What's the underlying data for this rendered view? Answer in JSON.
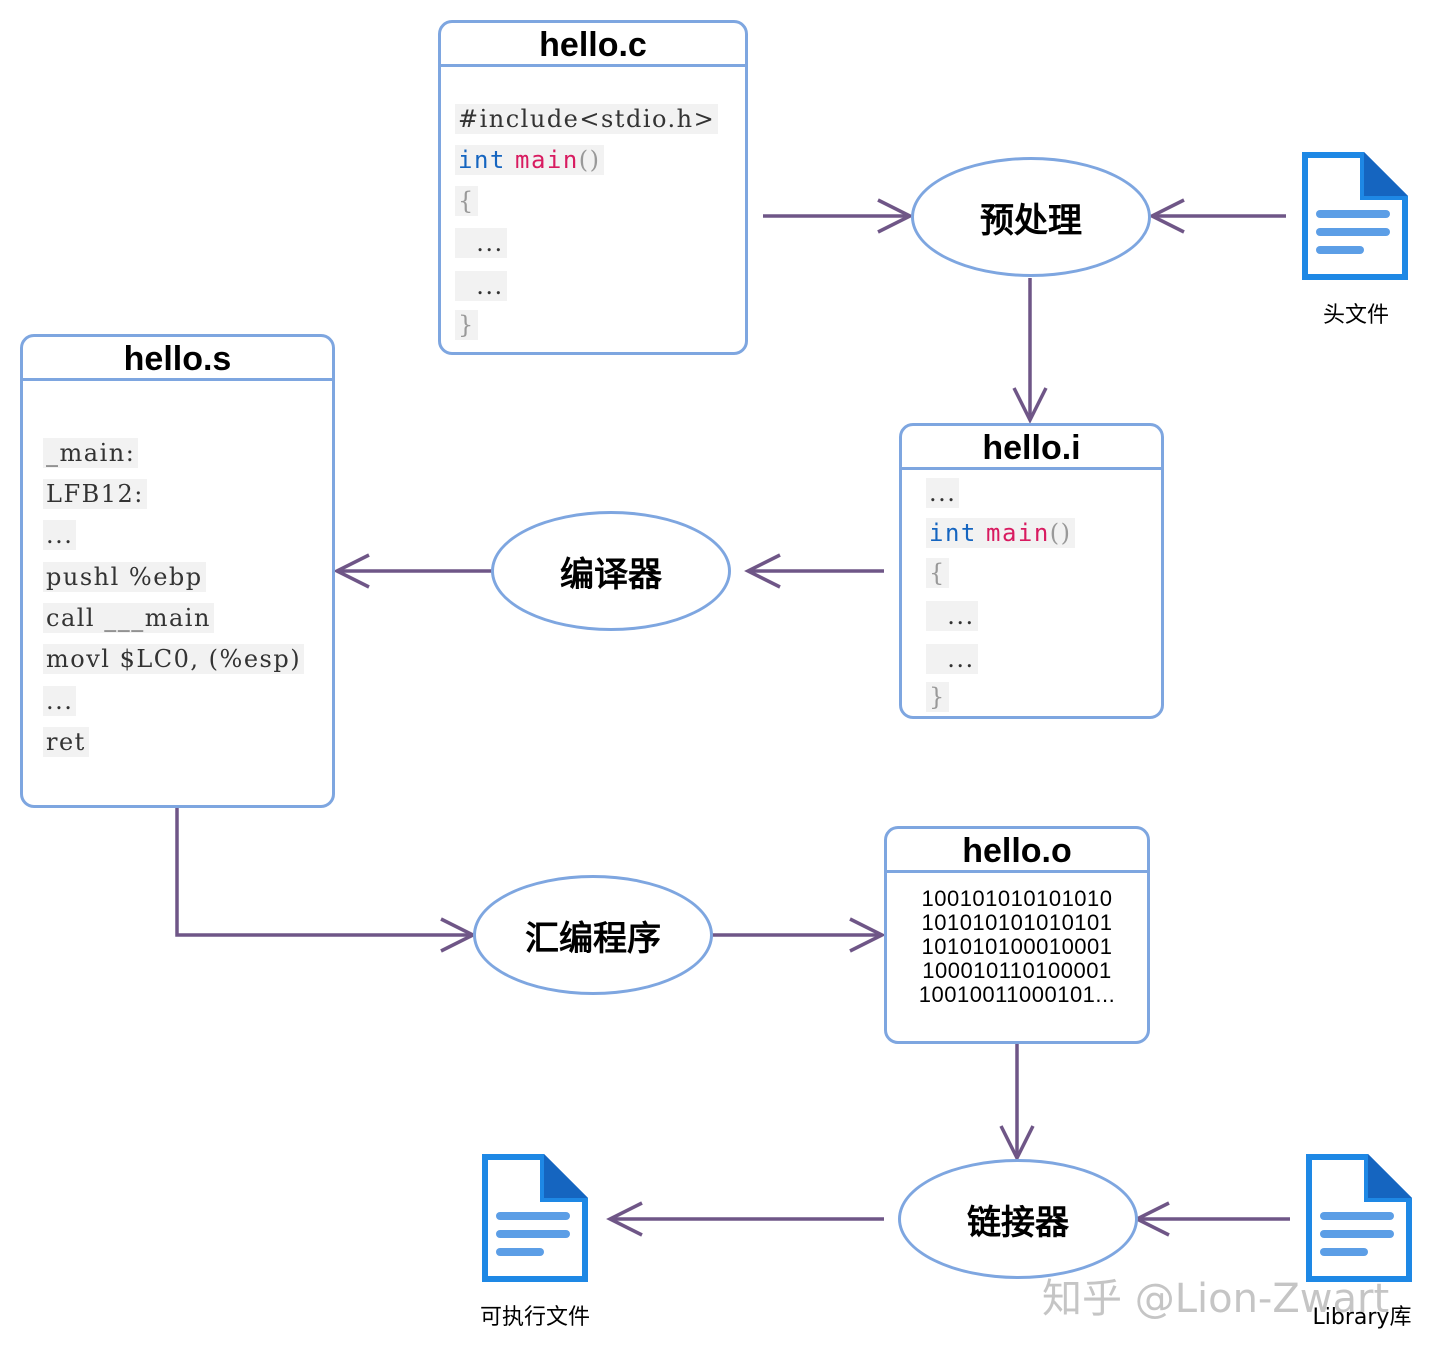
{
  "boxes": {
    "hello_c": {
      "title": "hello.c",
      "lines": [
        "#include<stdio.h>",
        "int",
        "main",
        "()",
        "{",
        "  ...",
        "  ...",
        "}"
      ]
    },
    "hello_i": {
      "title": "hello.i",
      "lines": [
        "...",
        "int",
        "main",
        "()",
        "{",
        "  ...",
        "  ...",
        "}"
      ]
    },
    "hello_s": {
      "title": "hello.s",
      "lines": [
        "_main:",
        "LFB12:",
        "...",
        "pushl %ebp",
        "call ___main",
        "movl $LC0, (%esp)",
        "...",
        "ret"
      ]
    },
    "hello_o": {
      "title": "hello.o",
      "lines": [
        "100101010101010",
        "101010101010101",
        "101010100010001",
        "100010110100001",
        "10010011000101..."
      ]
    }
  },
  "processes": {
    "preprocessor": "预处理",
    "compiler": "编译器",
    "assembler": "汇编程序",
    "linker": "链接器"
  },
  "files": {
    "header": "头文件",
    "executable": "可执行文件",
    "library": "Library库"
  },
  "watermark": "知乎 @Lion-Zwart",
  "colors": {
    "border": "#7ea6e0",
    "arrow": "#6f5687",
    "doc_fill": "#1e88e5",
    "keyword": "#1565c0",
    "function": "#d81b60"
  }
}
